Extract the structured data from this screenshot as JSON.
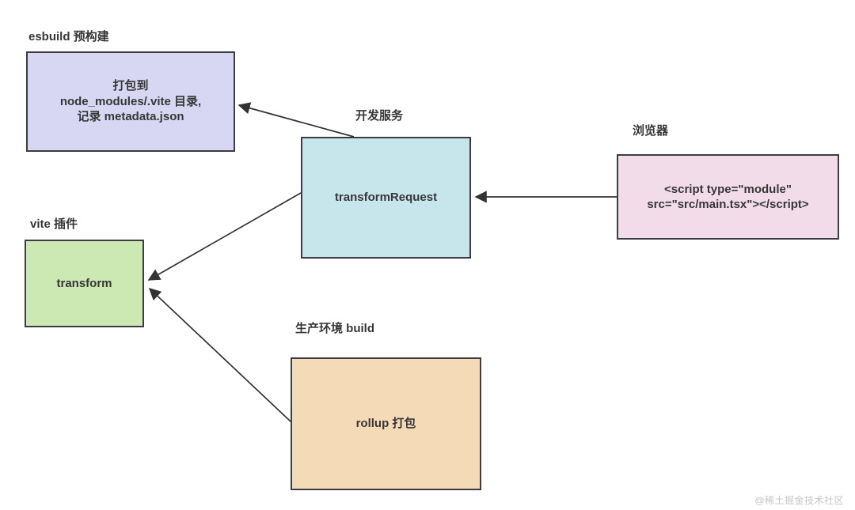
{
  "diagram": {
    "nodes": [
      {
        "id": "esbuild",
        "label": "esbuild 预构建",
        "text": "打包到\nnode_modules/.vite 目录,\n记录 metadata.json",
        "fill": "#d7d7f3"
      },
      {
        "id": "dev-server",
        "label": "开发服务",
        "text": "transformRequest",
        "fill": "#c7e6ec"
      },
      {
        "id": "browser",
        "label": "浏览器",
        "text": "<script type=\"module\"\nsrc=\"src/main.tsx\"></script>",
        "fill": "#f3dcea"
      },
      {
        "id": "vite-plugin",
        "label": "vite 插件",
        "text": "transform",
        "fill": "#cde9b3"
      },
      {
        "id": "build",
        "label": "生产环境 build",
        "text": "rollup 打包",
        "fill": "#f5dab8"
      }
    ],
    "edges": [
      {
        "from": "dev-server",
        "to": "esbuild"
      },
      {
        "from": "browser",
        "to": "dev-server"
      },
      {
        "from": "dev-server",
        "to": "vite-plugin"
      },
      {
        "from": "build",
        "to": "vite-plugin"
      }
    ],
    "edge_color": "#333333",
    "border_color": "#3c3c45",
    "text_color": "#373737"
  },
  "watermark": "@稀土掘金技术社区"
}
